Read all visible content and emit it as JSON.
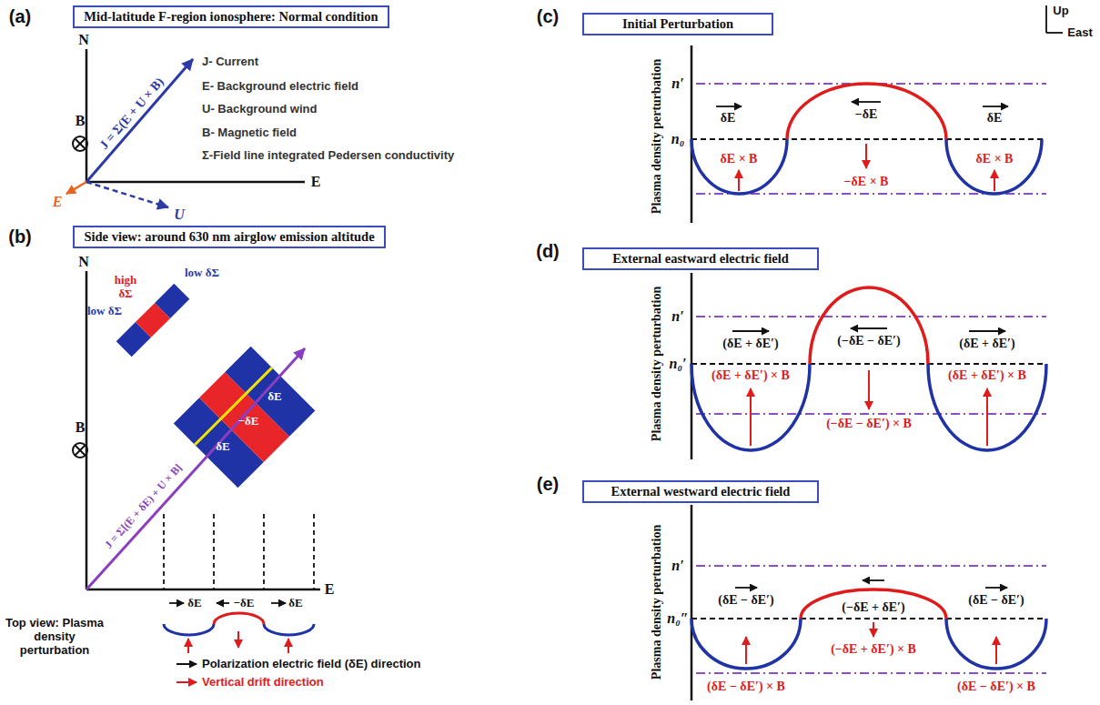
{
  "diagram": {
    "nodes": [
      {
        "text": [
          "Mid-latitude F-region ionosphere: Normal condition"
        ]
      },
      {
        "text": [
          "Side view: around 630 nm airglow emission altitude"
        ]
      },
      {
        "text": [
          "Initial Perturbation"
        ]
      },
      {
        "text": [
          "External eastward electric field"
        ]
      },
      {
        "text": [
          "External westward electric field"
        ]
      }
    ],
    "labels": [
      "(a)",
      "N",
      "B",
      "J = Σ(E + U × B)",
      "J- Current",
      "E- Background electric field",
      "U- Background wind",
      "B- Magnetic field",
      "Σ-Field line integrated Pedersen conductivity",
      "E",
      "E",
      "U",
      "(b)",
      "N",
      "low δΣ",
      "high δΣ",
      "low δΣ",
      "B",
      "J = Σ[(E + δE) + U × B]",
      "δE",
      "−δE",
      "δE",
      "E",
      "Top view: Plasma density perturbation",
      "δE",
      "−δE",
      "δE",
      "(c)",
      "Up",
      "East",
      "Plasma density perturbation",
      "n′",
      "n₀",
      "δE",
      "−δE",
      "δE",
      "δE × B",
      "−δE × B",
      "δE × B",
      "(d)",
      "Plasma density perturbation",
      "n′",
      "n₀′",
      "(δE + δE′)",
      "(−δE − δE′)",
      "(δE + δE′)",
      "(δE + δE′) × B",
      "(−δE − δE′) × B",
      "(δE + δE′) × B",
      "(e)",
      "Plasma density perturbation",
      "n′",
      "n₀″",
      "(δE − δE′)",
      "(−δE + δE′)",
      "(δE − δE′)",
      "(δE − δE′) × B",
      "(−δE + δE′) × B",
      "(δE − δE′) × B"
    ],
    "legend": [
      {
        "text": "Polarization electric field (δE) direction"
      },
      {
        "text": "Vertical drift direction"
      }
    ]
  }
}
